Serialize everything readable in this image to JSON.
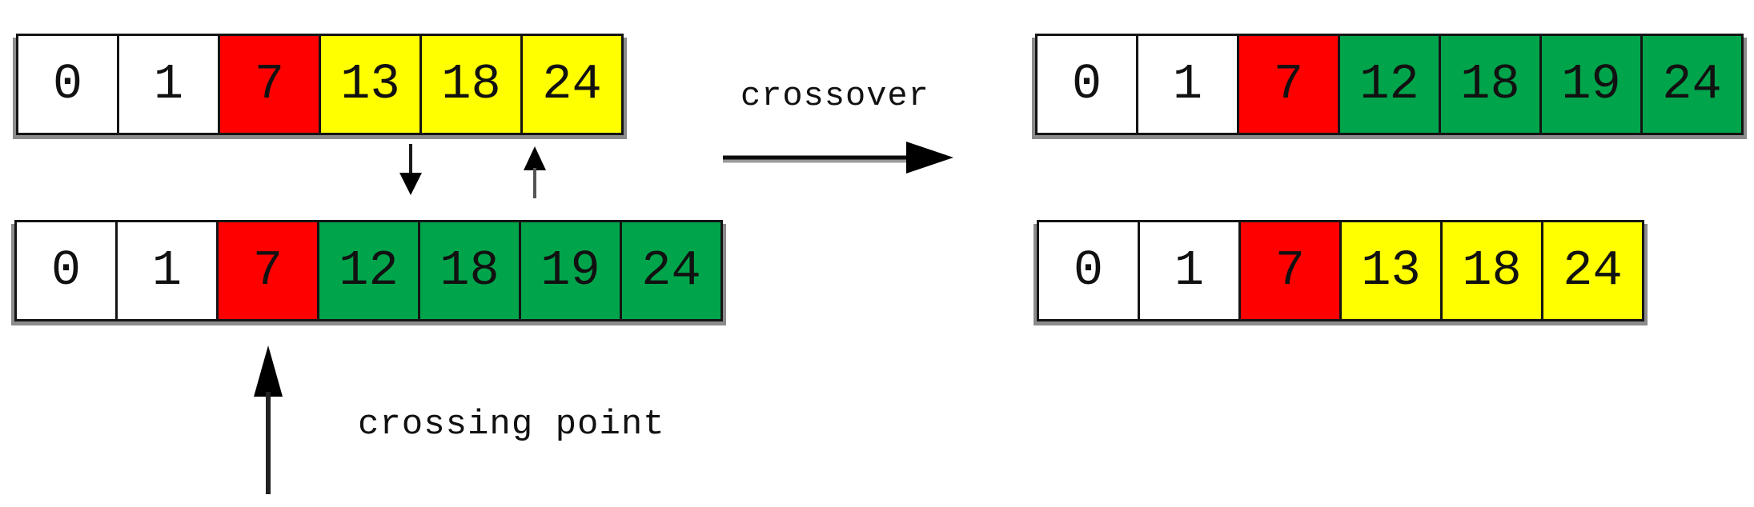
{
  "labels": {
    "crossover": "crossover",
    "crossing_point": "crossing point"
  },
  "colors": {
    "white": "#ffffff",
    "red": "#ff0000",
    "yellow": "#ffff00",
    "green": "#00a54b",
    "border": "#141414",
    "shadow": "#8b8b8b"
  },
  "arrays": {
    "parent_top": {
      "cells": [
        {
          "value": "0",
          "color": "white"
        },
        {
          "value": "1",
          "color": "white"
        },
        {
          "value": "7",
          "color": "red"
        },
        {
          "value": "13",
          "color": "yellow"
        },
        {
          "value": "18",
          "color": "yellow"
        },
        {
          "value": "24",
          "color": "yellow"
        }
      ]
    },
    "parent_bottom": {
      "cells": [
        {
          "value": "0",
          "color": "white"
        },
        {
          "value": "1",
          "color": "white"
        },
        {
          "value": "7",
          "color": "red"
        },
        {
          "value": "12",
          "color": "green"
        },
        {
          "value": "18",
          "color": "green"
        },
        {
          "value": "19",
          "color": "green"
        },
        {
          "value": "24",
          "color": "green"
        }
      ]
    },
    "child_top": {
      "cells": [
        {
          "value": "0",
          "color": "white"
        },
        {
          "value": "1",
          "color": "white"
        },
        {
          "value": "7",
          "color": "red"
        },
        {
          "value": "12",
          "color": "green"
        },
        {
          "value": "18",
          "color": "green"
        },
        {
          "value": "19",
          "color": "green"
        },
        {
          "value": "24",
          "color": "green"
        }
      ]
    },
    "child_bottom": {
      "cells": [
        {
          "value": "0",
          "color": "white"
        },
        {
          "value": "1",
          "color": "white"
        },
        {
          "value": "7",
          "color": "red"
        },
        {
          "value": "13",
          "color": "yellow"
        },
        {
          "value": "18",
          "color": "yellow"
        },
        {
          "value": "24",
          "color": "yellow"
        }
      ]
    }
  }
}
